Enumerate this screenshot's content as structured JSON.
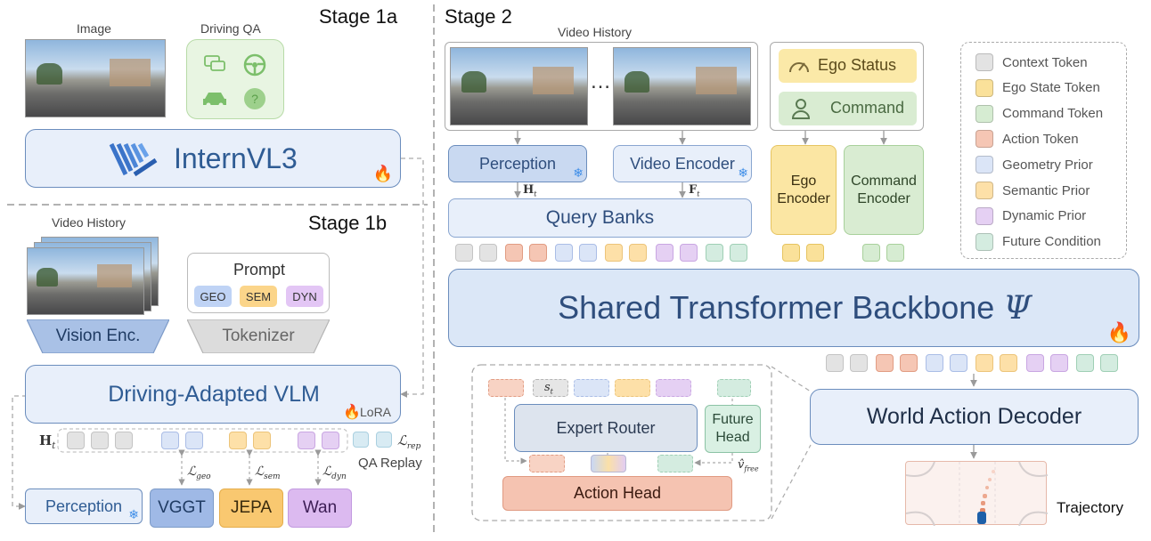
{
  "stage1a": {
    "title": "Stage 1a",
    "image_label": "Image",
    "qa_label": "Driving QA",
    "qa_question_mark": "?",
    "model": "InternVL3"
  },
  "stage1b": {
    "title": "Stage 1b",
    "video_label": "Video History",
    "prompt_label": "Prompt",
    "prompt_tags": [
      "GEO",
      "SEM",
      "DYN"
    ],
    "vision_enc": "Vision Enc.",
    "tokenizer": "Tokenizer",
    "vlm": "Driving-Adapted VLM",
    "lora": "LoRA",
    "h_label": "H",
    "h_sub": "t",
    "l_rep": "ℒ",
    "l_rep_sub": "rep",
    "qa_replay": "QA Replay",
    "losses": [
      {
        "sym": "ℒ",
        "sub": "geo"
      },
      {
        "sym": "ℒ",
        "sub": "sem"
      },
      {
        "sym": "ℒ",
        "sub": "dyn"
      }
    ],
    "teachers": {
      "perception": "Perception",
      "vggt": "VGGT",
      "jepa": "JEPA",
      "wan": "Wan"
    }
  },
  "stage2": {
    "title": "Stage 2",
    "video_label": "Video History",
    "ellipsis": "…",
    "ego_status": "Ego Status",
    "command": "Command",
    "perception": "Perception",
    "video_encoder": "Video Encoder",
    "h_label": "H",
    "h_sub": "t",
    "f_label": "F",
    "f_sub": "t",
    "query_banks": "Query Banks",
    "ego_encoder": "Ego Encoder",
    "command_encoder": "Command Encoder",
    "backbone": "Shared Transformer Backbone",
    "backbone_sym": "Ψ",
    "world_action_decoder": "World Action Decoder",
    "expert_router": "Expert Router",
    "future_head": "Future Head",
    "action_head": "Action Head",
    "s_t": "s",
    "s_t_sub": "t",
    "v_free": "v̂",
    "v_free_sub": "free",
    "trajectory": "Trajectory"
  },
  "legend": [
    {
      "label": "Context Token",
      "color": "#e3e3e3"
    },
    {
      "label": "Ego State Token",
      "color": "#fae19a"
    },
    {
      "label": "Command Token",
      "color": "#d6ecd2"
    },
    {
      "label": "Action Token",
      "color": "#f5c6b4"
    },
    {
      "label": "Geometry Prior",
      "color": "#dbe5f7"
    },
    {
      "label": "Semantic Prior",
      "color": "#fde0a8"
    },
    {
      "label": "Dynamic Prior",
      "color": "#e5d0f3"
    },
    {
      "label": "Future Condition",
      "color": "#d4ece0"
    }
  ],
  "colors": {
    "context": "#e3e3e3",
    "ego": "#fae19a",
    "command": "#d6ecd2",
    "action": "#f5c6b4",
    "geometry": "#dbe5f7",
    "semantic": "#fde0a8",
    "dynamic": "#e5d0f3",
    "future": "#d4ece0",
    "blue_box": "#e8effa",
    "blue_border": "#6b8dbd",
    "title_blue": "#2f4e7d"
  }
}
